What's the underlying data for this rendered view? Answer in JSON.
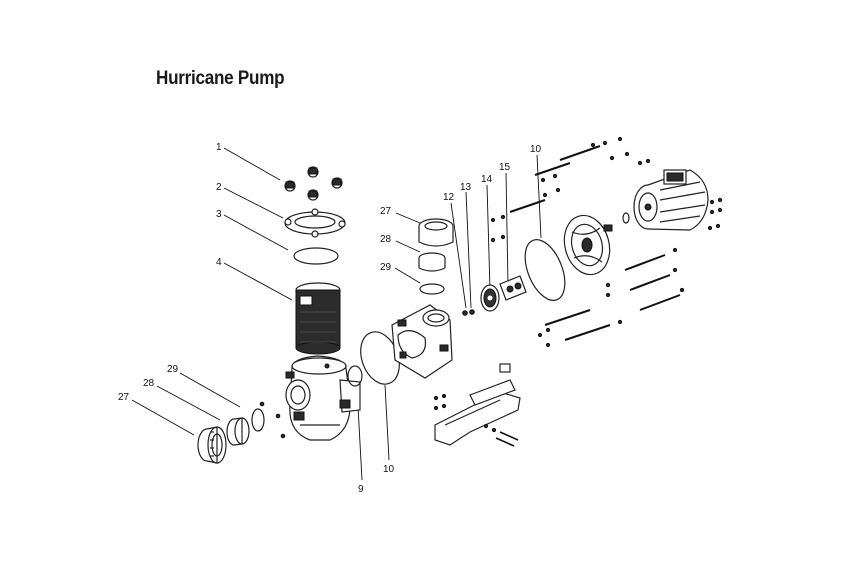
{
  "title": "Hurricane Pump",
  "labels": {
    "p1": "1",
    "p2": "2",
    "p3": "3",
    "p4": "4",
    "p9": "9",
    "p10a": "10",
    "p10b": "10",
    "p12": "12",
    "p13": "13",
    "p14": "14",
    "p15": "15",
    "p27a": "27",
    "p27b": "27",
    "p28a": "28",
    "p28b": "28",
    "p29a": "29",
    "p29b": "29"
  }
}
